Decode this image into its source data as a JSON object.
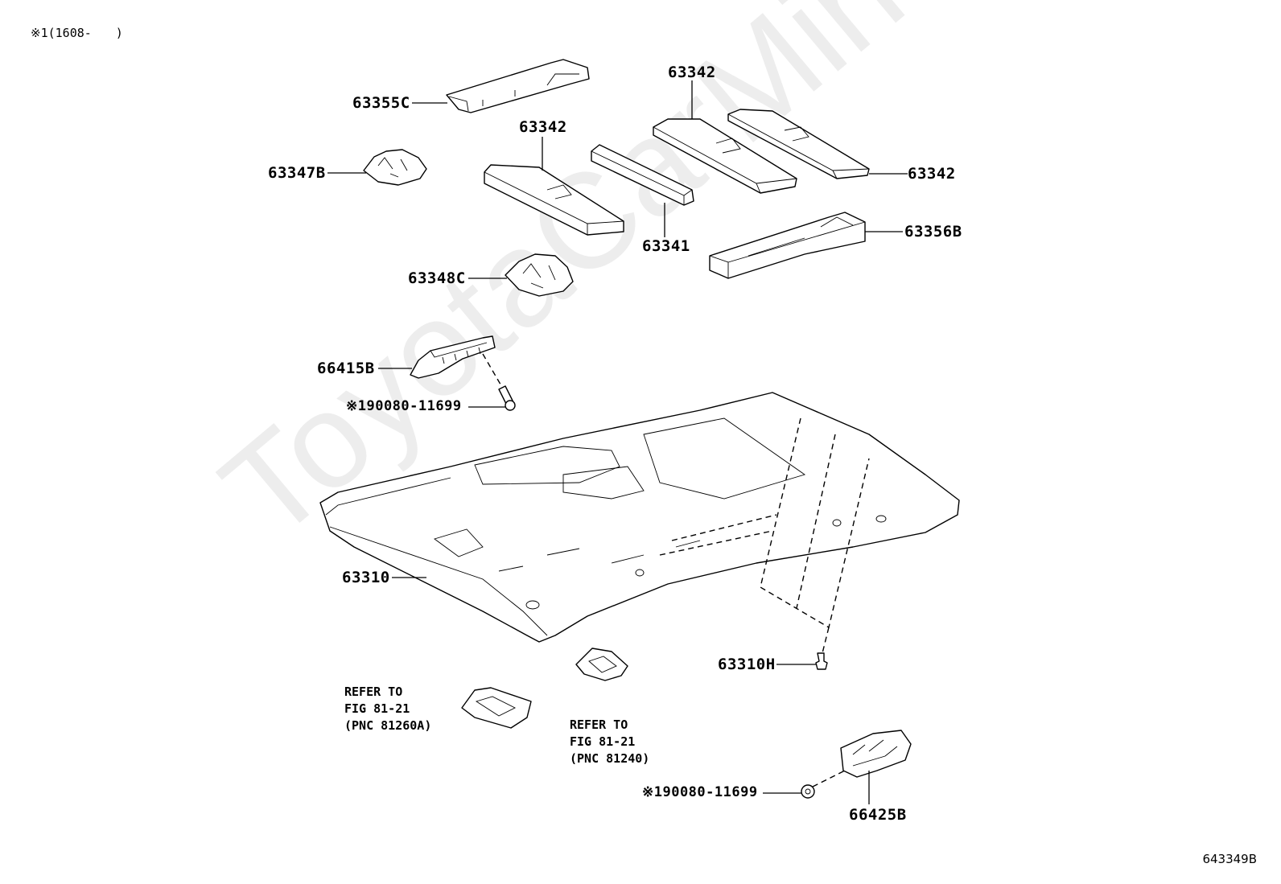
{
  "header_note": "※1(1608-　　)",
  "figure_id": "643349B",
  "watermark": "ToyotaCarMine.ru",
  "parts": {
    "p63355C": "63355C",
    "p63347B": "63347B",
    "p63342_left": "63342",
    "p63342_mid": "63342",
    "p63342_right": "63342",
    "p63341": "63341",
    "p63356B": "63356B",
    "p63348C": "63348C",
    "p66415B": "66415B",
    "screw1": "※190080-11699",
    "p63310": "63310",
    "p63310H": "63310H",
    "screw2": "※190080-11699",
    "p66425B": "66425B"
  },
  "refs": {
    "left": {
      "line1": "REFER TO",
      "line2": "FIG 81-21",
      "line3": "(PNC 81260A)"
    },
    "right": {
      "line1": "REFER TO",
      "line2": "FIG 81-21",
      "line3": "(PNC 81240)"
    }
  }
}
